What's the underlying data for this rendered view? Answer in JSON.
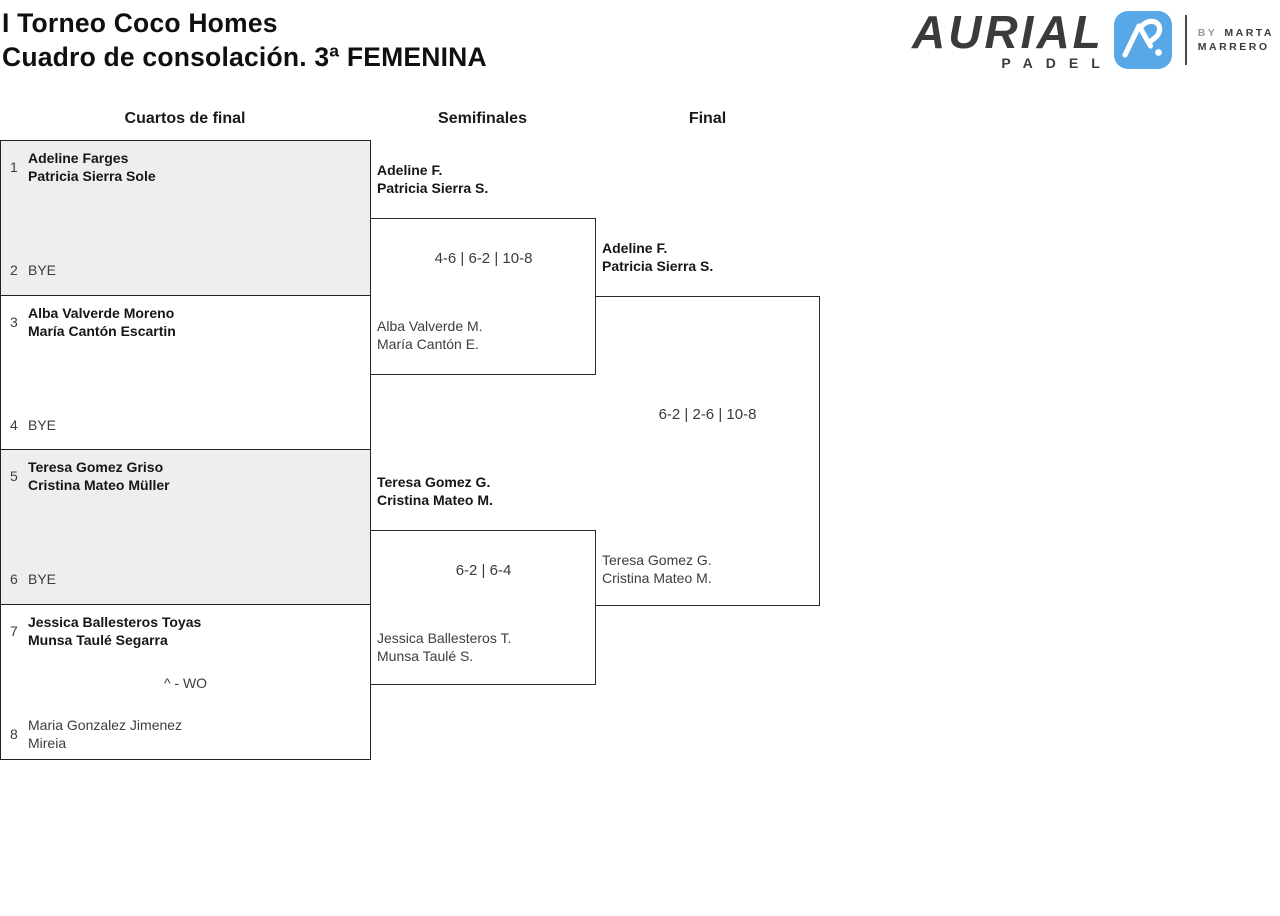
{
  "page": {
    "title_line1": "I Torneo Coco Homes",
    "title_line2": "Cuadro de consolación. 3ª FEMENINA"
  },
  "logo": {
    "brand": "AURIAL",
    "brand_sub": "PADEL",
    "by_prefix": "BY",
    "by_name_line1": "MARTA",
    "by_name_line2": "MARRERO",
    "accent_color": "#58a7e7",
    "text_color": "#3b3b3b"
  },
  "bracket": {
    "rounds": [
      {
        "label": "Cuartos de final"
      },
      {
        "label": "Semifinales"
      },
      {
        "label": "Final"
      }
    ],
    "quarterfinal_slots": [
      {
        "seed": "1",
        "players": [
          "Adeline Farges",
          "Patricia Sierra Sole"
        ]
      },
      {
        "seed": "2",
        "players": [
          "BYE"
        ]
      },
      {
        "seed": "3",
        "players": [
          "Alba Valverde Moreno",
          "María Cantón Escartin"
        ]
      },
      {
        "seed": "4",
        "players": [
          "BYE"
        ]
      },
      {
        "seed": "5",
        "players": [
          "Teresa Gomez Griso",
          "Cristina Mateo Müller"
        ]
      },
      {
        "seed": "6",
        "players": [
          "BYE"
        ]
      },
      {
        "seed": "7",
        "players": [
          "Jessica Ballesteros Toyas",
          "Munsa Taulé Segarra"
        ]
      },
      {
        "seed": "8",
        "players": [
          "Maria Gonzalez Jimenez",
          "Mireia"
        ]
      }
    ],
    "walkover_note": "^ - WO",
    "semifinals": [
      {
        "top_team": [
          "Adeline F.",
          "Patricia Sierra S."
        ],
        "score": "4-6 | 6-2 | 10-8",
        "bottom_team": [
          "Alba Valverde M.",
          "María Cantón E."
        ]
      },
      {
        "top_team": [
          "Teresa Gomez G.",
          "Cristina Mateo M."
        ],
        "score": "6-2 | 6-4",
        "bottom_team": [
          "Jessica Ballesteros T.",
          "Munsa Taulé S."
        ]
      }
    ],
    "final": {
      "top_team": [
        "Adeline F.",
        "Patricia Sierra S."
      ],
      "score": "6-2 | 2-6 | 10-8",
      "bottom_team": [
        "Teresa Gomez G.",
        "Cristina Mateo M."
      ]
    }
  }
}
